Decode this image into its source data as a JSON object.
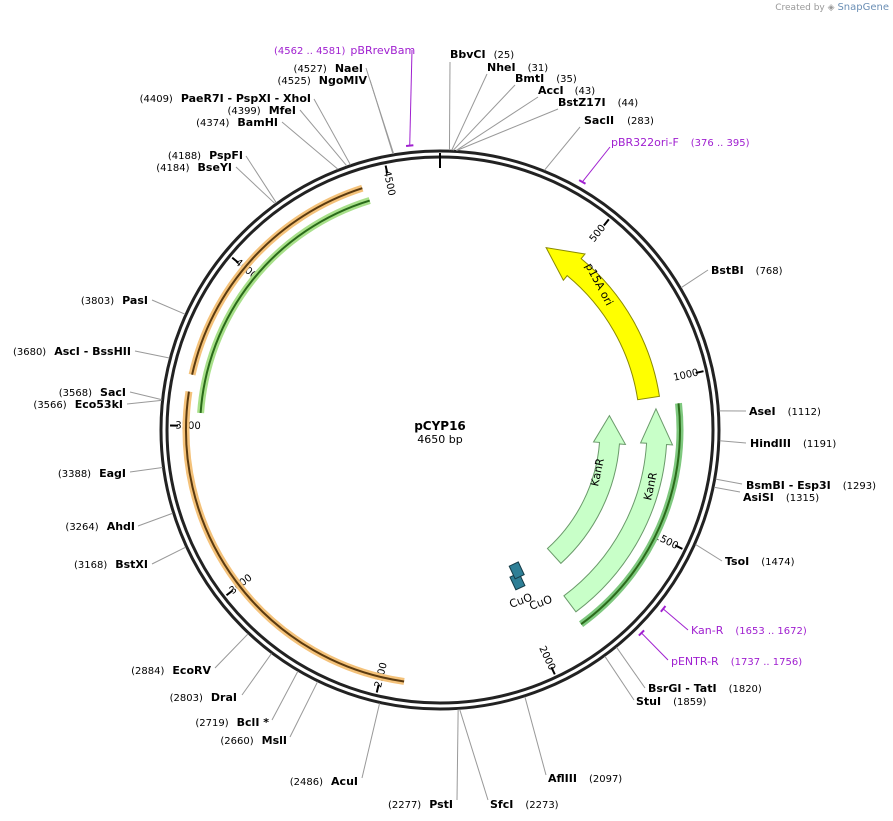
{
  "credit": {
    "prefix": "Created by",
    "brand": "SnapGene"
  },
  "plasmid": {
    "name": "pCYP16",
    "size_label": "4650 bp",
    "length": 4650
  },
  "ticks": [
    "500",
    "1000",
    "1500",
    "2000",
    "2500",
    "3000",
    "3500",
    "4000",
    "4500"
  ],
  "sites": [
    {
      "name": "BbvCI",
      "pos": "(25)"
    },
    {
      "name": "NheI",
      "pos": "(31)"
    },
    {
      "name": "BmtI",
      "pos": "(35)"
    },
    {
      "name": "AccI",
      "pos": "(43)"
    },
    {
      "name": "BstZ17I",
      "pos": "(44)"
    },
    {
      "name": "SacII",
      "pos": "(283)"
    },
    {
      "name": "BstBI",
      "pos": "(768)"
    },
    {
      "name": "AseI",
      "pos": "(1112)"
    },
    {
      "name": "HindIII",
      "pos": "(1191)"
    },
    {
      "name": "BsmBI - Esp3I",
      "pos": "(1293)"
    },
    {
      "name": "AsiSI",
      "pos": "(1315)"
    },
    {
      "name": "TsoI",
      "pos": "(1474)"
    },
    {
      "name": "BsrGI - TatI",
      "pos": "(1820)"
    },
    {
      "name": "StuI",
      "pos": "(1859)"
    },
    {
      "name": "AflIII",
      "pos": "(2097)"
    },
    {
      "name": "SfcI",
      "pos": "(2273)"
    },
    {
      "name": "PstI",
      "pos": "(2277)"
    },
    {
      "name": "AcuI",
      "pos": "(2486)"
    },
    {
      "name": "MslI",
      "pos": "(2660)"
    },
    {
      "name": "BclI *",
      "pos": "(2719)"
    },
    {
      "name": "DraI",
      "pos": "(2803)"
    },
    {
      "name": "EcoRV",
      "pos": "(2884)"
    },
    {
      "name": "BstXI",
      "pos": "(3168)"
    },
    {
      "name": "AhdI",
      "pos": "(3264)"
    },
    {
      "name": "EagI",
      "pos": "(3388)"
    },
    {
      "name": "Eco53kI",
      "pos": "(3566)"
    },
    {
      "name": "SacI",
      "pos": "(3568)"
    },
    {
      "name": "AscI - BssHII",
      "pos": "(3680)"
    },
    {
      "name": "PasI",
      "pos": "(3803)"
    },
    {
      "name": "BseYI",
      "pos": "(4184)"
    },
    {
      "name": "PspFI",
      "pos": "(4188)"
    },
    {
      "name": "BamHI",
      "pos": "(4374)"
    },
    {
      "name": "MfeI",
      "pos": "(4399)"
    },
    {
      "name": "PaeR7I - PspXI - XhoI",
      "pos": "(4409)"
    },
    {
      "name": "NgoMIV",
      "pos": "(4525)"
    },
    {
      "name": "NaeI",
      "pos": "(4527)"
    }
  ],
  "primers": [
    {
      "name": "pBRrevBam",
      "range": "(4562 .. 4581)"
    },
    {
      "name": "pBR322ori-F",
      "range": "(376 .. 395)"
    },
    {
      "name": "Kan-R",
      "range": "(1653 .. 1672)"
    },
    {
      "name": "pENTR-R",
      "range": "(1737 .. 1756)"
    }
  ],
  "features": [
    {
      "name": "p15A ori",
      "color": "#ffff00"
    },
    {
      "name": "KanR",
      "color": "#c8ffc8"
    },
    {
      "name": "KanR",
      "color": "#c8ffc8"
    },
    {
      "name": "CuO",
      "color": "#2e7f96"
    },
    {
      "name": "CuO",
      "color": "#2e7f96"
    }
  ]
}
